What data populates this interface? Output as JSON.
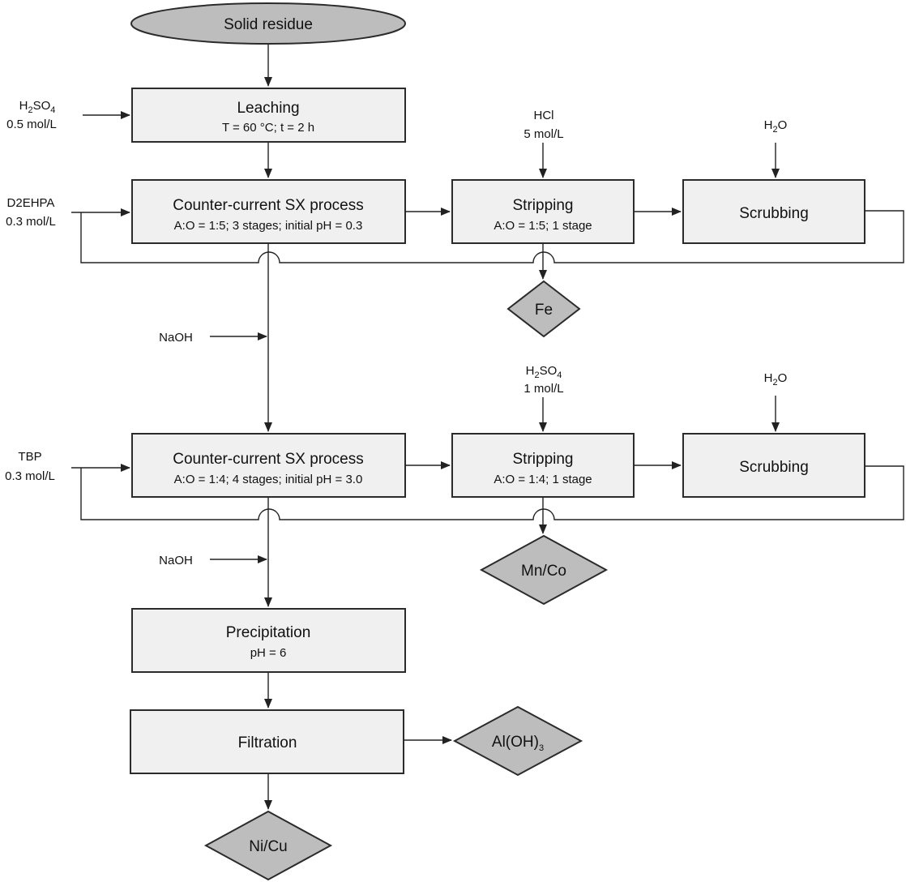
{
  "start": {
    "label": "Solid residue"
  },
  "process": {
    "leaching": {
      "title": "Leaching",
      "detail": "T = 60 °C; t = 2 h"
    },
    "sx1": {
      "title": "Counter-current SX process",
      "detail": "A:O = 1:5; 3 stages; initial pH = 0.3"
    },
    "strip1": {
      "title": "Stripping",
      "detail": "A:O = 1:5; 1 stage"
    },
    "scrub1": {
      "title": "Scrubbing"
    },
    "sx2": {
      "title": "Counter-current SX process",
      "detail": "A:O = 1:4; 4 stages; initial pH = 3.0"
    },
    "strip2": {
      "title": "Stripping",
      "detail": "A:O = 1:4; 1 stage"
    },
    "scrub2": {
      "title": "Scrubbing"
    },
    "precip": {
      "title": "Precipitation",
      "detail": "pH = 6"
    },
    "filtration": {
      "title": "Filtration"
    }
  },
  "inputs": {
    "h2so4_leach": {
      "base": "H",
      "sub1": "2",
      "mid": "SO",
      "sub2": "4",
      "conc": "0.5 mol/L"
    },
    "d2ehpa": {
      "name": "D2EHPA",
      "conc": "0.3 mol/L"
    },
    "hcl": {
      "name": "HCl",
      "conc": "5 mol/L"
    },
    "h2o_1": {
      "base": "H",
      "sub": "2",
      "tail": "O"
    },
    "naoh_1": {
      "name": "NaOH"
    },
    "h2so4_strip": {
      "base": "H",
      "sub1": "2",
      "mid": "SO",
      "sub2": "4",
      "conc": "1 mol/L"
    },
    "h2o_2": {
      "base": "H",
      "sub": "2",
      "tail": "O"
    },
    "tbp": {
      "name": "TBP",
      "conc": "0.3 mol/L"
    },
    "naoh_2": {
      "name": "NaOH"
    }
  },
  "products": {
    "fe": {
      "label": "Fe"
    },
    "mnco": {
      "label": "Mn/Co"
    },
    "aloh3": {
      "base": "Al(OH)",
      "sub": "3"
    },
    "nicu": {
      "label": "Ni/Cu"
    }
  }
}
